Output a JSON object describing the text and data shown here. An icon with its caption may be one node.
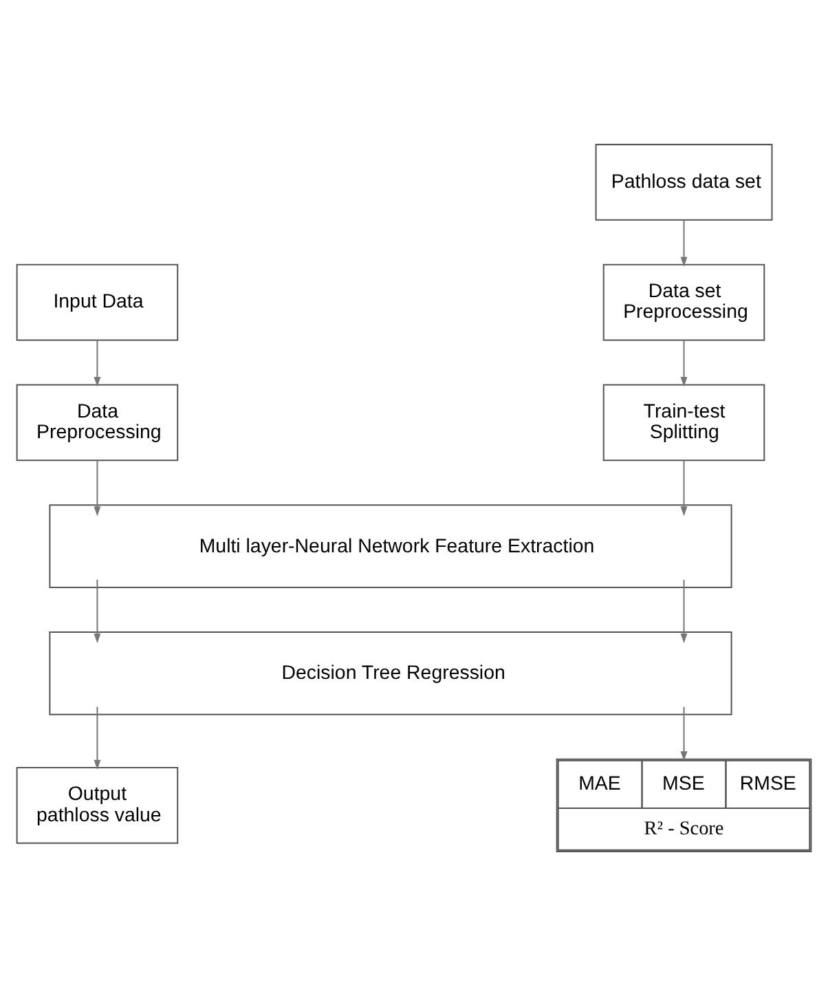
{
  "diagram": {
    "nodes": [
      {
        "text": [
          "Input Data"
        ]
      },
      {
        "text": [
          "Data Preprocessing"
        ]
      },
      {
        "text": [
          "Pathloss data set"
        ]
      },
      {
        "text": [
          "Data set Preprocessing"
        ]
      },
      {
        "text": [
          "Train-test Splitting"
        ]
      },
      {
        "text": [
          "Multi layer-Neural Network Feature Extraction"
        ]
      },
      {
        "text": [
          "Decision Tree Regression"
        ]
      },
      {
        "text": [
          "Output pathloss value"
        ]
      },
      {
        "text": [
          "MAE",
          "MSE",
          "RMSE",
          "R² - Score"
        ]
      }
    ],
    "edges": [
      {
        "from": 0,
        "to": 1,
        "arrow": "to"
      },
      {
        "from": 1,
        "to": 5,
        "arrow": "to"
      },
      {
        "from": 2,
        "to": 3,
        "arrow": "to"
      },
      {
        "from": 3,
        "to": 4,
        "arrow": "to"
      },
      {
        "from": 4,
        "to": 5,
        "arrow": "to"
      },
      {
        "from": 5,
        "to": 6,
        "arrow": "to"
      },
      {
        "from": 5,
        "to": 6,
        "arrow": "to"
      },
      {
        "from": 6,
        "to": 7,
        "arrow": "to"
      },
      {
        "from": 6,
        "to": 8,
        "arrow": "to"
      }
    ]
  }
}
